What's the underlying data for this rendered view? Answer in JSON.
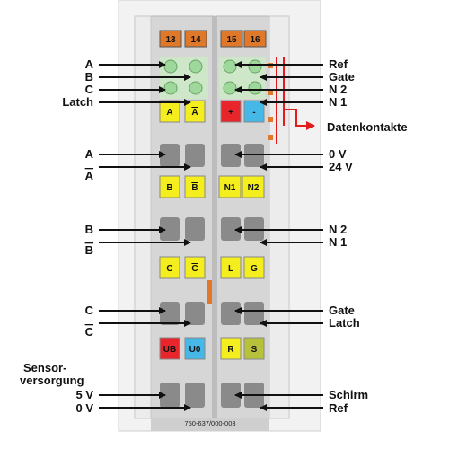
{
  "diagram": {
    "terminal_numbers": [
      "13",
      "14",
      "15",
      "16"
    ],
    "left_labels": {
      "a": "A",
      "b": "B",
      "c": "C",
      "latch": "Latch",
      "a_pair_top": "A",
      "a_pair_bottom": "A",
      "b_pair_top": "B",
      "b_pair_bottom": "B",
      "c_pair_top": "C",
      "c_pair_bottom": "C",
      "sensor_1": "Sensor-",
      "sensor_2": "versorgung",
      "v5": "5 V",
      "v0": "0 V"
    },
    "right_labels": {
      "ref": "Ref",
      "gate": "Gate",
      "n2": "N 2",
      "n1": "N 1",
      "datenkontakte": "Datenkontakte",
      "v0": "0 V",
      "v24": "24 V",
      "n2_b": "N 2",
      "n1_b": "N 1",
      "gate_b": "Gate",
      "latch_b": "Latch",
      "schirm": "Schirm",
      "ref_b": "Ref"
    },
    "chips": {
      "a": "A",
      "a_bar": "A",
      "plus": "+",
      "minus": "-",
      "b": "B",
      "b_bar": "B",
      "n1": "N1",
      "n2": "N2",
      "c": "C",
      "c_bar": "C",
      "l": "L",
      "g": "G",
      "ub": "UB",
      "u0": "U0",
      "r": "R",
      "s": "S"
    },
    "part_number": "750-637/000-003",
    "colors": {
      "housing": "#e8e8e8",
      "orange": "#e0782a",
      "green": "#9fd89b",
      "yellow": "#f4ee1e",
      "red": "#e8252b",
      "blue": "#45b8e8",
      "olive": "#b7c23a",
      "arrow": "#111111",
      "data_arrow": "#e31b1b"
    }
  }
}
